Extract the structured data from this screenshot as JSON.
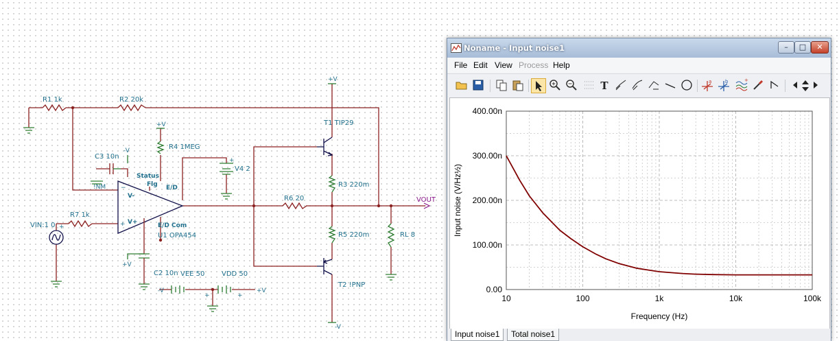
{
  "schematic": {
    "labels": {
      "r1": "R1 1k",
      "r2": "R2 20k",
      "r4": "R4 1MEG",
      "r3": "R3 220m",
      "r5": "R5 220m",
      "r6": "R6 20",
      "r7": "R7 1k",
      "rl": "RL 8",
      "c3": "C3 10n",
      "c2": "C2 10n",
      "v4": "V4 2",
      "vin": "VIN:1 0",
      "vee": "VEE 50",
      "vdd": "VDD 50",
      "t1": "T1 TIP29",
      "t2": "T2 !PNP",
      "u1": "U1 OPA454",
      "status": "Status",
      "flg": "Flg",
      "ed": "E/D",
      "edcom": "E/D Com",
      "vminus_pin": "V-",
      "vplus_pin": "V+",
      "minus_in": "−",
      "plus_in": "+",
      "nm": "!NM",
      "vout": "VOUT"
    },
    "supplies": {
      "pos_top": "+V",
      "pos_r4": "+V",
      "neg_c3": "-V",
      "pos_c2": "+V",
      "neg_vee": "-V",
      "pos_vdd": "+V",
      "neg_t2": "-V",
      "plus_v4": "+",
      "plus_vin": "+",
      "plus_vee": "+",
      "plus_vdd": "+"
    }
  },
  "window": {
    "title": "Noname - Input noise1",
    "controls": {
      "minimize": "–",
      "maximize": "□",
      "close": "✕"
    },
    "menu": [
      {
        "label": "File",
        "enabled": true
      },
      {
        "label": "Edit",
        "enabled": true
      },
      {
        "label": "View",
        "enabled": true
      },
      {
        "label": "Process",
        "enabled": false
      },
      {
        "label": "Help",
        "enabled": true
      }
    ],
    "toolbar": {
      "text_tool": "T",
      "icons": [
        "open-icon",
        "save-icon",
        "copy-icon",
        "paste-icon",
        "pointer-icon",
        "zoom-in-icon",
        "zoom-out-icon",
        "grid-icon",
        "text-icon",
        "curve-label-icon",
        "curve-label2-icon",
        "axis-label-icon",
        "line-icon",
        "circle-icon",
        "cursor-a-icon",
        "cursor-b-icon",
        "waveform-icon",
        "eyedropper-icon",
        "marker-icon",
        "arrow-left-icon",
        "arrow-updown-icon",
        "arrow-right-icon"
      ]
    },
    "tabs": [
      {
        "label": "Input noise1",
        "active": true
      },
      {
        "label": "Total noise1",
        "active": false
      }
    ]
  },
  "chart_data": {
    "type": "line",
    "title": "",
    "xlabel": "Frequency (Hz)",
    "ylabel": "Input noise (V/Hz½)",
    "x_scale": "log",
    "xlim": [
      10,
      100000
    ],
    "ylim": [
      0,
      4e-07
    ],
    "x_ticks": [
      "10",
      "100",
      "1k",
      "10k",
      "100k"
    ],
    "y_ticks": [
      "0.00",
      "100.00n",
      "200.00n",
      "300.00n",
      "400.00n"
    ],
    "grid": true,
    "line_color": "#800000",
    "series": [
      {
        "x": [
          10,
          15,
          20,
          30,
          50,
          70,
          100,
          150,
          200,
          300,
          500,
          700,
          1000,
          2000,
          3000,
          5000,
          10000,
          20000,
          50000,
          100000
        ],
        "values": [
          3e-07,
          2.45e-07,
          2.1e-07,
          1.72e-07,
          1.33e-07,
          1.14e-07,
          9.6e-08,
          7.9e-08,
          6.9e-08,
          5.8e-08,
          4.8e-08,
          4.4e-08,
          4e-08,
          3.6e-08,
          3.45e-08,
          3.35e-08,
          3.3e-08,
          3.3e-08,
          3.3e-08,
          3.3e-08
        ]
      }
    ]
  }
}
